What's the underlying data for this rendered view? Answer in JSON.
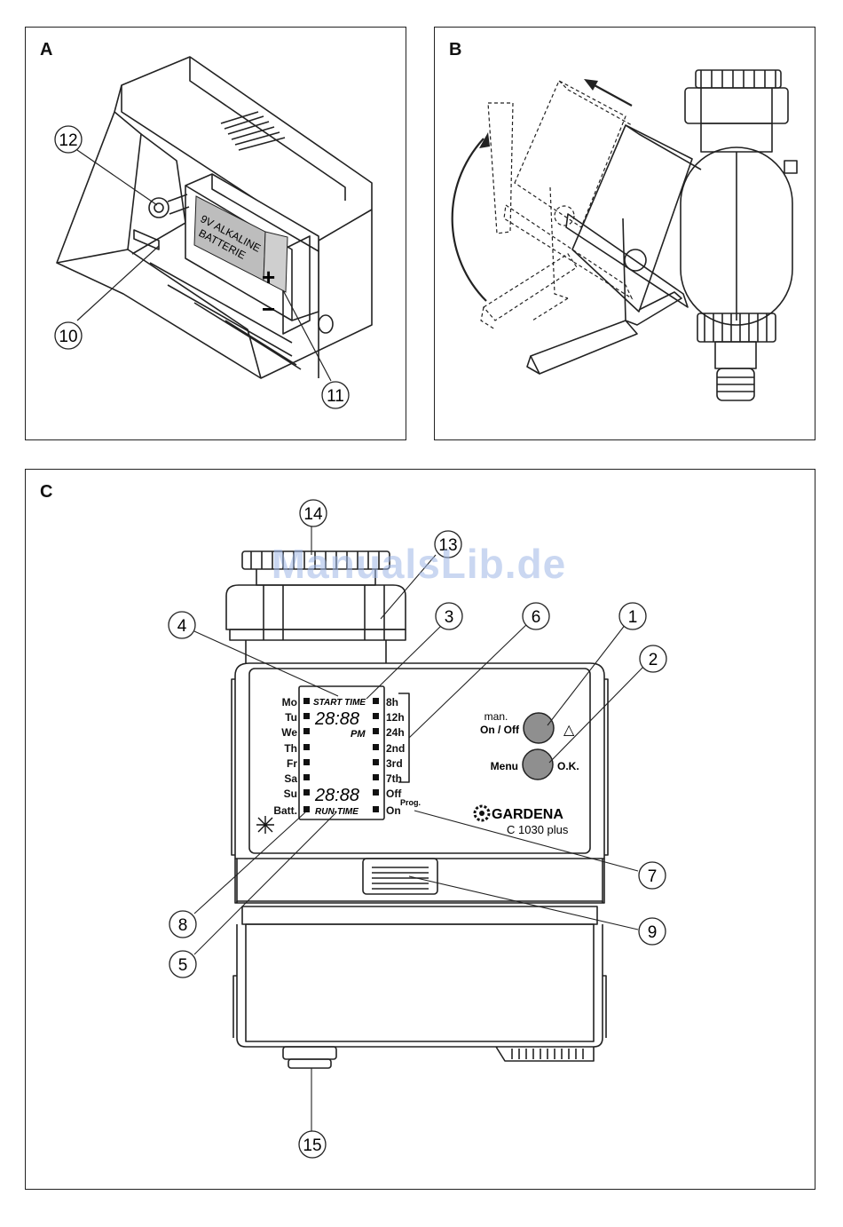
{
  "panels": {
    "a": {
      "label": "A"
    },
    "b": {
      "label": "B"
    },
    "c": {
      "label": "C"
    }
  },
  "callouts": {
    "n1": "1",
    "n2": "2",
    "n3": "3",
    "n4": "4",
    "n5": "5",
    "n6": "6",
    "n7": "7",
    "n8": "8",
    "n9": "9",
    "n10": "10",
    "n11": "11",
    "n12": "12",
    "n13": "13",
    "n14": "14",
    "n15": "15"
  },
  "battery": {
    "line1": "9V ALKALINE",
    "line2": "BATTERIE",
    "plus": "+",
    "minus": "−"
  },
  "display": {
    "days": [
      "Mo",
      "Tu",
      "We",
      "Th",
      "Fr",
      "Sa",
      "Su",
      "Batt."
    ],
    "intervals": [
      "8h",
      "12h",
      "24h",
      "2nd",
      "3rd",
      "7th",
      "Off",
      "On"
    ],
    "start_time": "START TIME",
    "time_top": "28:88",
    "pm": "PM",
    "time_bottom": "28:88",
    "run_time": "RUN-TIME",
    "prog": "Prog."
  },
  "buttons": {
    "man_line1": "man.",
    "man_line2": "On / Off",
    "triangle": "△",
    "menu": "Menu",
    "ok": "O.K."
  },
  "brand": {
    "name": "GARDENA",
    "model": "C 1030 plus"
  },
  "watermark": "ManualsLib.de",
  "colors": {
    "button_gray": "#8f8f8f",
    "line": "#222222",
    "battery_label": "#bdbdbd"
  },
  "icons": {
    "frost": "snowflake-icon",
    "rotate_arrow": "curved-arrow-icon",
    "brand_logo": "gardena-logo-icon"
  }
}
